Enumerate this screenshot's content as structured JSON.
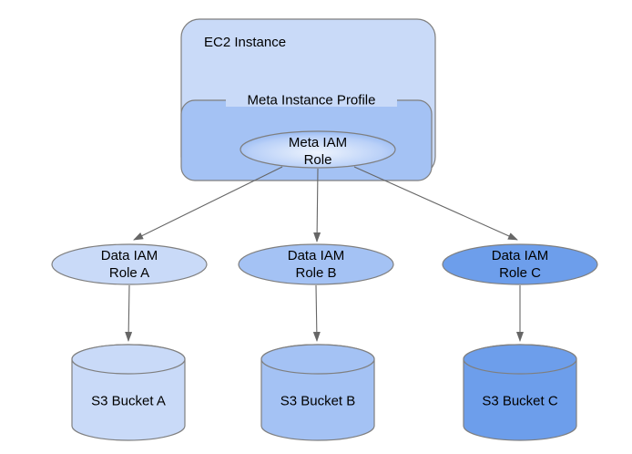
{
  "diagram": {
    "ec2_box": {
      "label": "EC2 Instance",
      "fill": "#c9daf8"
    },
    "profile_box": {
      "label": "Meta Instance Profile",
      "fill": "#a4c2f4"
    },
    "meta_role": {
      "line1": "Meta IAM",
      "line2": "Role",
      "gradient": {
        "inner": "#eef4fd",
        "mid": "#b9d0f8",
        "outer": "#6d9eeb"
      }
    },
    "data_roles": [
      {
        "line1": "Data IAM",
        "line2": "Role A",
        "fill": "#c9daf8"
      },
      {
        "line1": "Data IAM",
        "line2": "Role B",
        "fill": "#a4c2f4"
      },
      {
        "line1": "Data IAM",
        "line2": "Role C",
        "fill": "#6d9eeb"
      }
    ],
    "buckets": [
      {
        "label": "S3 Bucket A",
        "fill": "#c9daf8"
      },
      {
        "label": "S3 Bucket B",
        "fill": "#a4c2f4"
      },
      {
        "label": "S3 Bucket C",
        "fill": "#6d9eeb"
      }
    ],
    "stroke_color": "#7f7f7f",
    "arrow_color": "#666666",
    "background": "#ffffff"
  }
}
